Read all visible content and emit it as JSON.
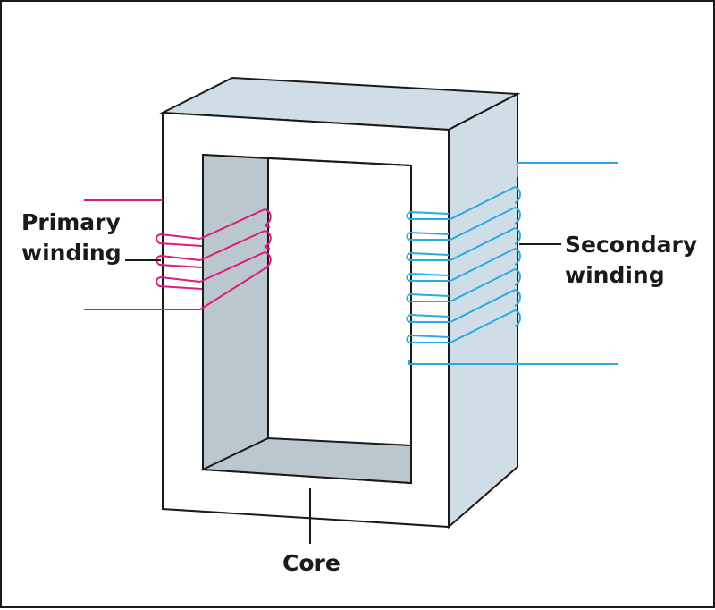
{
  "labels": {
    "primary_line1": "Primary",
    "primary_line2": "winding",
    "secondary_line1": "Secondary",
    "secondary_line2": "winding",
    "core": "Core"
  },
  "colors": {
    "primary_wire": "#e0197d",
    "secondary_wire": "#29abe2",
    "core_face": "#ffffff",
    "core_shade": "#cfdee6",
    "core_inner_shade": "#bac7cd",
    "outline": "#1a1a1a"
  },
  "windings": {
    "primary_turns": 3,
    "secondary_turns": 7
  }
}
